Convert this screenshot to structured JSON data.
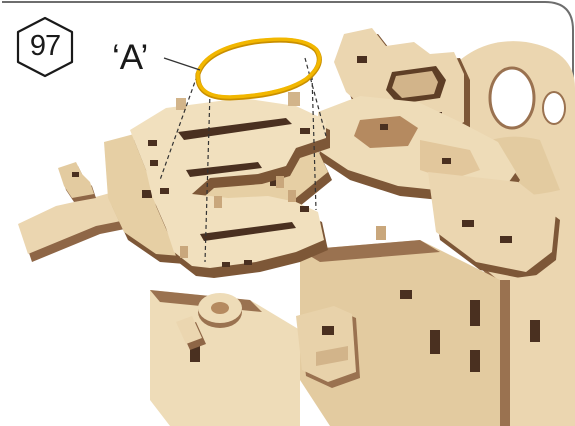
{
  "step": {
    "number": "97"
  },
  "part": {
    "label": "‘A’",
    "icon": "rubber-band-icon"
  },
  "model": {
    "name": "wooden-mechanism-assembly",
    "icon": "wooden-part-icon"
  },
  "colors": {
    "wood_face": "#EBD6B0",
    "wood_light": "#F3E4C6",
    "wood_edge": "#9A7250",
    "wood_dark": "#5E3E26",
    "slot": "#4A3020",
    "band": "#F2B700",
    "band_dark": "#C98F00",
    "ink": "#1A1A1A",
    "frame": "#6E6E6E"
  }
}
